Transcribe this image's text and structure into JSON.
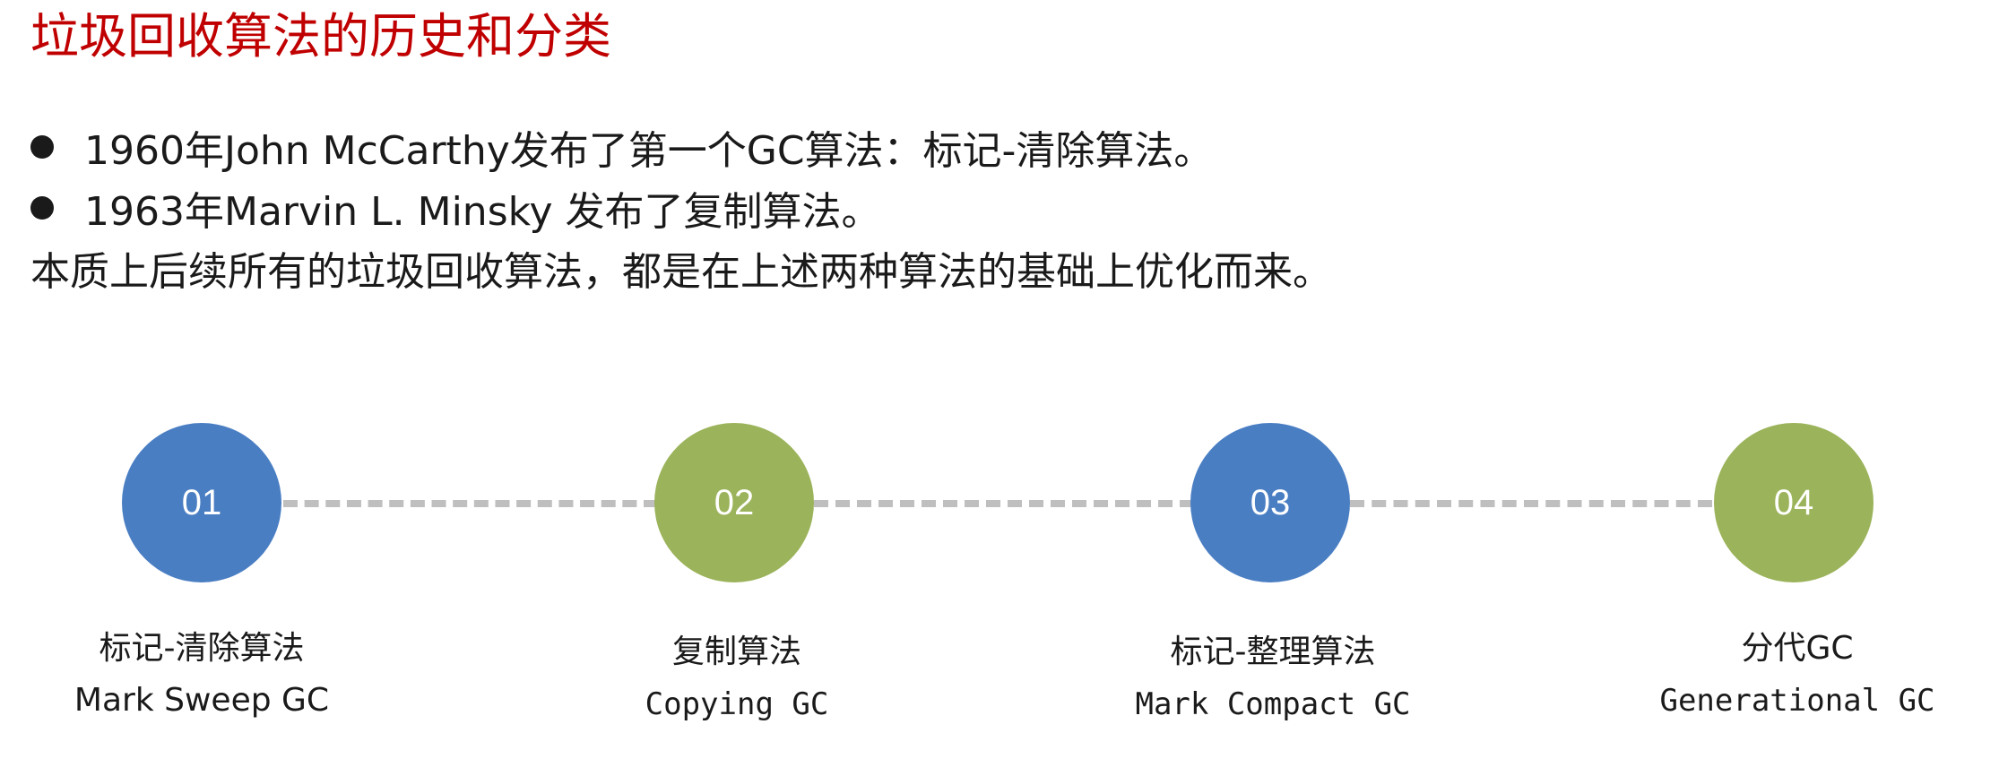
{
  "title": "垃圾回收算法的历史和分类",
  "bullets": [
    "1960年John McCarthy发布了第一个GC算法：标记-清除算法。",
    "1963年Marvin L. Minsky 发布了复制算法。"
  ],
  "summary": "本质上后续所有的垃圾回收算法，都是在上述两种算法的基础上优化而来。",
  "timeline": [
    {
      "number": "01",
      "name_cn": "标记-清除算法",
      "name_en": "Mark Sweep GC",
      "color": "#4a7ec3"
    },
    {
      "number": "02",
      "name_cn": "复制算法",
      "name_en": "Copying GC",
      "color": "#9bb35a"
    },
    {
      "number": "03",
      "name_cn": "标记-整理算法",
      "name_en": "Mark Compact GC",
      "color": "#4a7ec3"
    },
    {
      "number": "04",
      "name_cn": "分代GC",
      "name_en": "Generational GC",
      "color": "#9bb35a"
    }
  ],
  "colors": {
    "title": "#c00000",
    "connector": "#bfbfbf"
  }
}
